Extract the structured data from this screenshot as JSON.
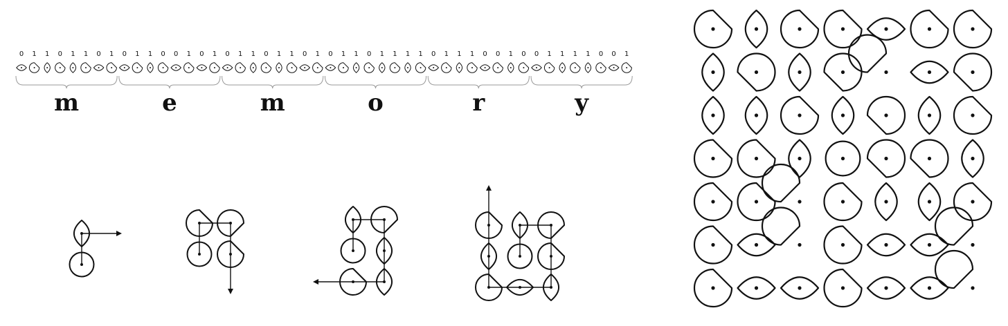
{
  "word": {
    "letters": [
      "m",
      "e",
      "m",
      "o",
      "r",
      "y"
    ],
    "bytes": [
      [
        "0",
        "1",
        "1",
        "0",
        "1",
        "1",
        "0",
        "1"
      ],
      [
        "0",
        "1",
        "1",
        "0",
        "0",
        "1",
        "0",
        "1"
      ],
      [
        "0",
        "1",
        "1",
        "0",
        "1",
        "1",
        "0",
        "1"
      ],
      [
        "0",
        "1",
        "1",
        "0",
        "1",
        "1",
        "1",
        "1"
      ],
      [
        "0",
        "1",
        "1",
        "1",
        "0",
        "0",
        "1",
        "0"
      ],
      [
        "0",
        "1",
        "1",
        "1",
        "1",
        "0",
        "0",
        "1"
      ]
    ]
  },
  "colors": {
    "ink": "#111111",
    "bracket": "#999999",
    "background": "#ffffff"
  },
  "glyph_vocabulary": [
    "circle",
    "leaf-vertical",
    "leaf-horizontal",
    "drop-top-left",
    "drop-top-right",
    "drop-bottom-left",
    "drop-bottom-right"
  ],
  "construction_steps": [
    {
      "cells": [
        {
          "col": 0,
          "row": 0,
          "shape": "leaf-vertical"
        },
        {
          "col": 0,
          "row": 1,
          "shape": "circle"
        }
      ],
      "path": [
        [
          0,
          1
        ],
        [
          0,
          0
        ]
      ],
      "arrow_direction": "right"
    },
    {
      "cells": [
        {
          "col": 0,
          "row": 0,
          "shape": "drop-top-right"
        },
        {
          "col": 1,
          "row": 0,
          "shape": "drop-bottom-right"
        },
        {
          "col": 0,
          "row": 1,
          "shape": "circle"
        },
        {
          "col": 1,
          "row": 1,
          "shape": "drop-top-right"
        }
      ],
      "path": [
        [
          0,
          1
        ],
        [
          0,
          0
        ],
        [
          1,
          0
        ],
        [
          1,
          1
        ]
      ],
      "arrow_direction": "down"
    },
    {
      "cells": [
        {
          "col": 0,
          "row": 0,
          "shape": "leaf-vertical"
        },
        {
          "col": 1,
          "row": 0,
          "shape": "drop-bottom-right"
        },
        {
          "col": 0,
          "row": 1,
          "shape": "circle"
        },
        {
          "col": 1,
          "row": 1,
          "shape": "leaf-vertical"
        },
        {
          "col": 0,
          "row": 2,
          "shape": "drop-top-right"
        },
        {
          "col": 1,
          "row": 2,
          "shape": "leaf-vertical"
        }
      ],
      "path": [
        [
          0,
          1
        ],
        [
          0,
          0
        ],
        [
          1,
          0
        ],
        [
          1,
          2
        ],
        [
          0,
          2
        ]
      ],
      "arrow_direction": "left"
    },
    {
      "cells": [
        {
          "col": 0,
          "row": 0,
          "shape": "drop-top-right"
        },
        {
          "col": 1,
          "row": 0,
          "shape": "leaf-vertical"
        },
        {
          "col": 2,
          "row": 0,
          "shape": "drop-bottom-right"
        },
        {
          "col": 0,
          "row": 1,
          "shape": "leaf-vertical"
        },
        {
          "col": 1,
          "row": 1,
          "shape": "circle"
        },
        {
          "col": 2,
          "row": 1,
          "shape": "drop-top-right"
        },
        {
          "col": 0,
          "row": 2,
          "shape": "drop-top-right"
        },
        {
          "col": 1,
          "row": 2,
          "shape": "leaf-horizontal"
        },
        {
          "col": 2,
          "row": 2,
          "shape": "leaf-vertical"
        }
      ],
      "path": [
        [
          1,
          1
        ],
        [
          1,
          0
        ],
        [
          2,
          0
        ],
        [
          2,
          2
        ],
        [
          0,
          2
        ],
        [
          0,
          0
        ]
      ],
      "arrow_direction": "up"
    }
  ],
  "spiral_grid": {
    "cols": 7,
    "rows": 7,
    "cells": [
      "drop-top-right",
      "leaf-vertical",
      "drop-top-right",
      "drop-top-right",
      "leaf-horizontal",
      "drop-top-right",
      "drop-top-right",
      "leaf-vertical",
      "drop-bottom-left",
      "leaf-vertical",
      "drop-bottom-left",
      "drop-top-left",
      "leaf-horizontal",
      "drop-bottom-left",
      "leaf-vertical",
      "leaf-vertical",
      "drop-top-right",
      "leaf-vertical",
      "drop-bottom-left",
      "leaf-vertical",
      "drop-top-right",
      "drop-top-right",
      "drop-top-right",
      "leaf-vertical",
      "circle",
      "drop-bottom-left",
      "drop-bottom-left",
      "leaf-vertical",
      "drop-top-right",
      "drop-top-right",
      "drop-top-left",
      "drop-top-right",
      "leaf-vertical",
      "leaf-vertical",
      "drop-top-right",
      "drop-top-right",
      "leaf-horizontal",
      "drop-top-left",
      "drop-top-right",
      "leaf-horizontal",
      "leaf-horizontal",
      "drop-top-left",
      "drop-top-right",
      "leaf-horizontal",
      "leaf-horizontal",
      "drop-top-right",
      "leaf-horizontal",
      "leaf-horizontal",
      "drop-top-left"
    ]
  }
}
